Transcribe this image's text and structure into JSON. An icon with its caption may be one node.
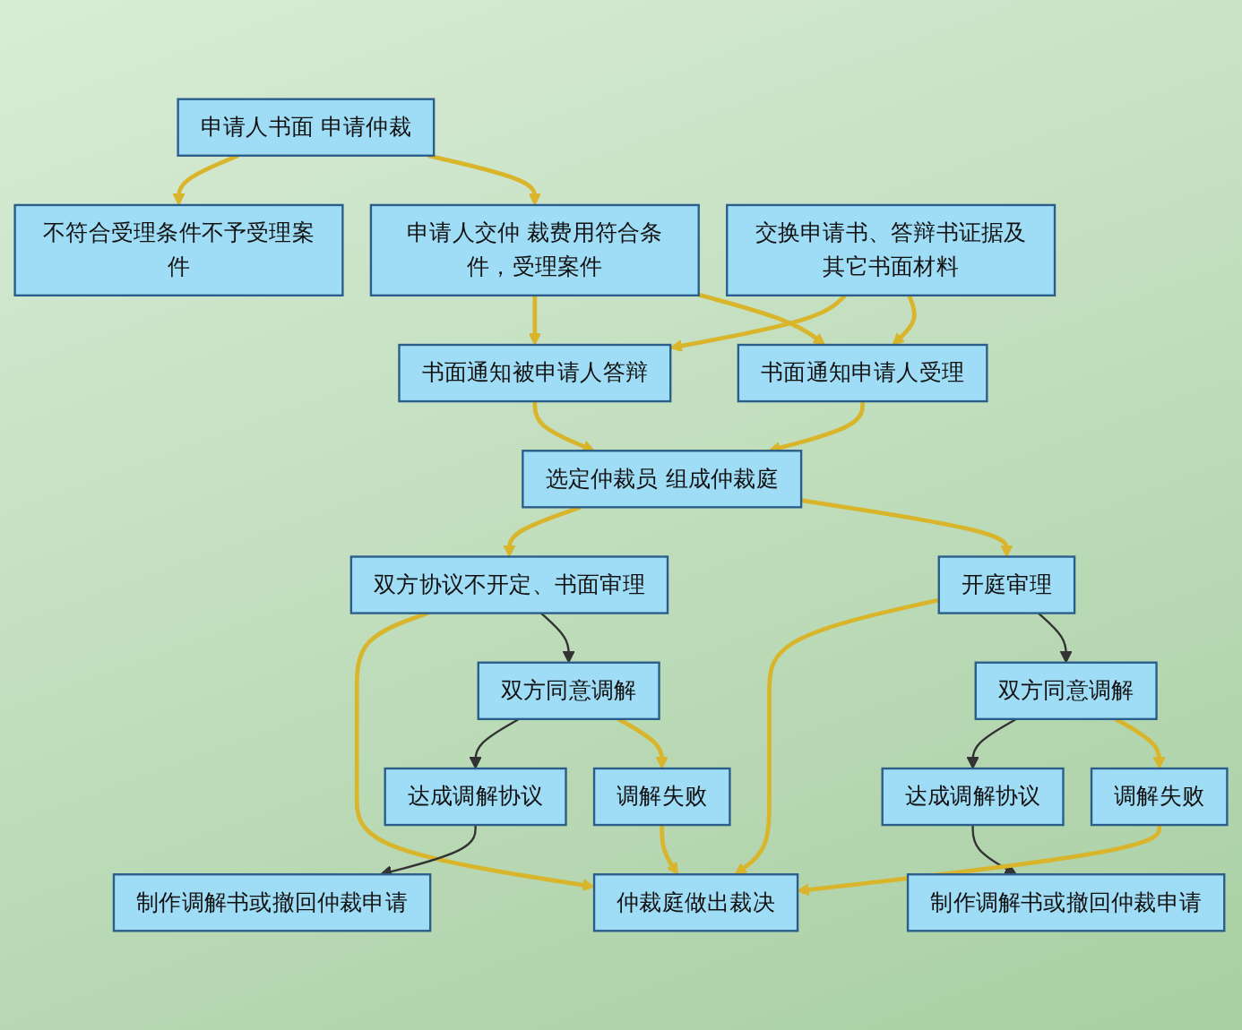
{
  "diagram": {
    "nodes": [
      {
        "text": [
          "申请人书面 申请仲裁"
        ]
      },
      {
        "text": [
          "不符合受理条件不予受理案件"
        ]
      },
      {
        "text": [
          "申请人交仲 裁费用符合条件，受理案件"
        ]
      },
      {
        "text": [
          "书面通知被申请人答辩"
        ]
      },
      {
        "text": [
          "交换申请书、答辩书证据及其它书面材料"
        ]
      },
      {
        "text": [
          "书面通知申请人受理"
        ]
      },
      {
        "text": [
          "选定仲裁员 组成仲裁庭"
        ]
      },
      {
        "text": [
          "双方协议不开定、书面审理"
        ]
      },
      {
        "text": [
          "双方同意调解"
        ]
      },
      {
        "text": [
          "达成调解协议"
        ]
      },
      {
        "text": [
          "制作调解书或撤回仲裁申请"
        ]
      },
      {
        "text": [
          "调解失败"
        ]
      },
      {
        "text": [
          "仲裁庭做出裁决"
        ]
      },
      {
        "text": [
          "开庭审理"
        ]
      },
      {
        "text": [
          "双方同意调解"
        ]
      },
      {
        "text": [
          "达成调解协议"
        ]
      },
      {
        "text": [
          "制作调解书或撤回仲裁申请"
        ]
      },
      {
        "text": [
          "调解失败"
        ]
      }
    ],
    "edges": [
      {
        "from": 0,
        "to": 1,
        "arrow": "to"
      },
      {
        "from": 0,
        "to": 2,
        "arrow": "to"
      },
      {
        "from": 2,
        "to": 3,
        "arrow": "to"
      },
      {
        "from": 2,
        "to": 5,
        "arrow": "to"
      },
      {
        "from": 4,
        "to": 3,
        "arrow": "to"
      },
      {
        "from": 4,
        "to": 5,
        "arrow": "to"
      },
      {
        "from": 3,
        "to": 6,
        "arrow": "to"
      },
      {
        "from": 5,
        "to": 6,
        "arrow": "to"
      },
      {
        "from": 6,
        "to": 7,
        "arrow": "to"
      },
      {
        "from": 6,
        "to": 13,
        "arrow": "to"
      },
      {
        "from": 7,
        "to": 12,
        "arrow": "to"
      },
      {
        "from": 7,
        "to": 8,
        "arrow": "to",
        "color": "#333333"
      },
      {
        "from": 8,
        "to": 9,
        "arrow": "to",
        "color": "#333333"
      },
      {
        "from": 9,
        "to": 10,
        "arrow": "to",
        "color": "#333333"
      },
      {
        "from": 8,
        "to": 11,
        "arrow": "to"
      },
      {
        "from": 11,
        "to": 12,
        "arrow": "to"
      },
      {
        "from": 13,
        "to": 12,
        "arrow": "to"
      },
      {
        "from": 13,
        "to": 14,
        "arrow": "to",
        "color": "#333333"
      },
      {
        "from": 14,
        "to": 15,
        "arrow": "to",
        "color": "#333333"
      },
      {
        "from": 15,
        "to": 16,
        "arrow": "to",
        "color": "#333333"
      },
      {
        "from": 14,
        "to": 17,
        "arrow": "to"
      },
      {
        "from": 17,
        "to": 12,
        "arrow": "to"
      }
    ]
  }
}
